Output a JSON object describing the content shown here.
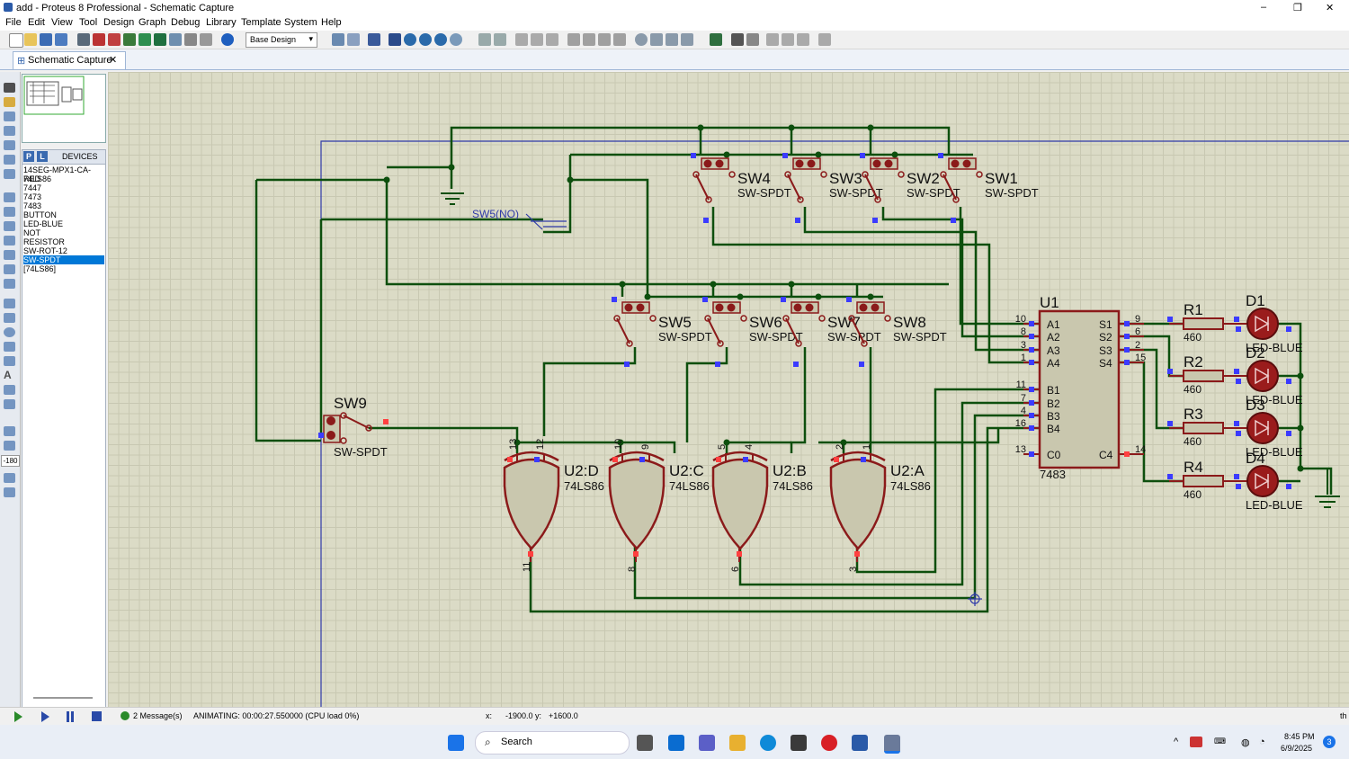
{
  "window": {
    "title": "add - Proteus 8 Professional - Schematic Capture",
    "minimize": "–",
    "maximize": "❐",
    "close": "✕"
  },
  "menu": [
    "File",
    "Edit",
    "View",
    "Tool",
    "Design",
    "Graph",
    "Debug",
    "Library",
    "Template",
    "System",
    "Help"
  ],
  "toolbar": {
    "design_variant": "Base Design"
  },
  "tab": {
    "label": "Schematic Capture",
    "close": "✕"
  },
  "devices": {
    "header": "DEVICES",
    "mode_p": "P",
    "mode_l": "L",
    "items": [
      "14SEG-MPX1-CA-RED",
      "74LS86",
      "7447",
      "7473",
      "7483",
      "BUTTON",
      "LED-BLUE",
      "NOT",
      "RESISTOR",
      "SW-ROT-12",
      "SW-SPDT",
      "[74LS86]"
    ],
    "selected_index": 10
  },
  "left_tools": {
    "rotation": "-180"
  },
  "schematic": {
    "switches_top": [
      {
        "ref": "SW4",
        "type": "SW-SPDT"
      },
      {
        "ref": "SW3",
        "type": "SW-SPDT"
      },
      {
        "ref": "SW2",
        "type": "SW-SPDT"
      },
      {
        "ref": "SW1",
        "type": "SW-SPDT"
      }
    ],
    "switches_mid": [
      {
        "ref": "SW5",
        "type": "SW-SPDT"
      },
      {
        "ref": "SW6",
        "type": "SW-SPDT"
      },
      {
        "ref": "SW7",
        "type": "SW-SPDT"
      },
      {
        "ref": "SW8",
        "type": "SW-SPDT"
      }
    ],
    "sw9": {
      "ref": "SW9",
      "type": "SW-SPDT"
    },
    "sw5_label": "SW5(NO)",
    "gates": [
      {
        "ref": "U2:D",
        "type": "74LS86",
        "pin_a": "13",
        "pin_b": "12",
        "pin_out": "11"
      },
      {
        "ref": "U2:C",
        "type": "74LS86",
        "pin_a": "10",
        "pin_b": "9",
        "pin_out": "8"
      },
      {
        "ref": "U2:B",
        "type": "74LS86",
        "pin_a": "5",
        "pin_b": "4",
        "pin_out": "6"
      },
      {
        "ref": "U2:A",
        "type": "74LS86",
        "pin_a": "2",
        "pin_b": "1",
        "pin_out": "3"
      }
    ],
    "adder": {
      "ref": "U1",
      "type": "7483",
      "left_pins": [
        {
          "num": "10",
          "name": "A1"
        },
        {
          "num": "8",
          "name": "A2"
        },
        {
          "num": "3",
          "name": "A3"
        },
        {
          "num": "1",
          "name": "A4"
        },
        {
          "num": "11",
          "name": "B1"
        },
        {
          "num": "7",
          "name": "B2"
        },
        {
          "num": "4",
          "name": "B3"
        },
        {
          "num": "16",
          "name": "B4"
        },
        {
          "num": "13",
          "name": "C0"
        }
      ],
      "right_pins": [
        {
          "num": "9",
          "name": "S1"
        },
        {
          "num": "6",
          "name": "S2"
        },
        {
          "num": "2",
          "name": "S3"
        },
        {
          "num": "15",
          "name": "S4"
        },
        {
          "num": "14",
          "name": "C4"
        }
      ]
    },
    "resistors": [
      {
        "ref": "R1",
        "value": "460"
      },
      {
        "ref": "R2",
        "value": "460"
      },
      {
        "ref": "R3",
        "value": "460"
      },
      {
        "ref": "R4",
        "value": "460"
      }
    ],
    "leds": [
      {
        "ref": "D1",
        "type": "LED-BLUE"
      },
      {
        "ref": "D2",
        "type": "LED-BLUE"
      },
      {
        "ref": "D3",
        "type": "LED-BLUE"
      },
      {
        "ref": "D4",
        "type": "LED-BLUE"
      }
    ]
  },
  "status": {
    "messages": "2 Message(s)",
    "animating": "ANIMATING: 00:00:27.550000 (CPU load 0%)",
    "coord_x_label": "x:",
    "coord_x": "-1900.0",
    "coord_y_label": "y:",
    "coord_y": "+1600.0",
    "units": "th"
  },
  "taskbar": {
    "search_placeholder": "Search",
    "time": "8:45 PM",
    "date": "6/9/2025",
    "notifications": "3"
  },
  "colors": {
    "wire": "#0d4f0d",
    "component": "#8b1a1a",
    "body_fill": "#c9c7ae",
    "pin_blue": "#3b3bff",
    "pin_red": "#ff4040",
    "led": "#9a1c1c"
  }
}
